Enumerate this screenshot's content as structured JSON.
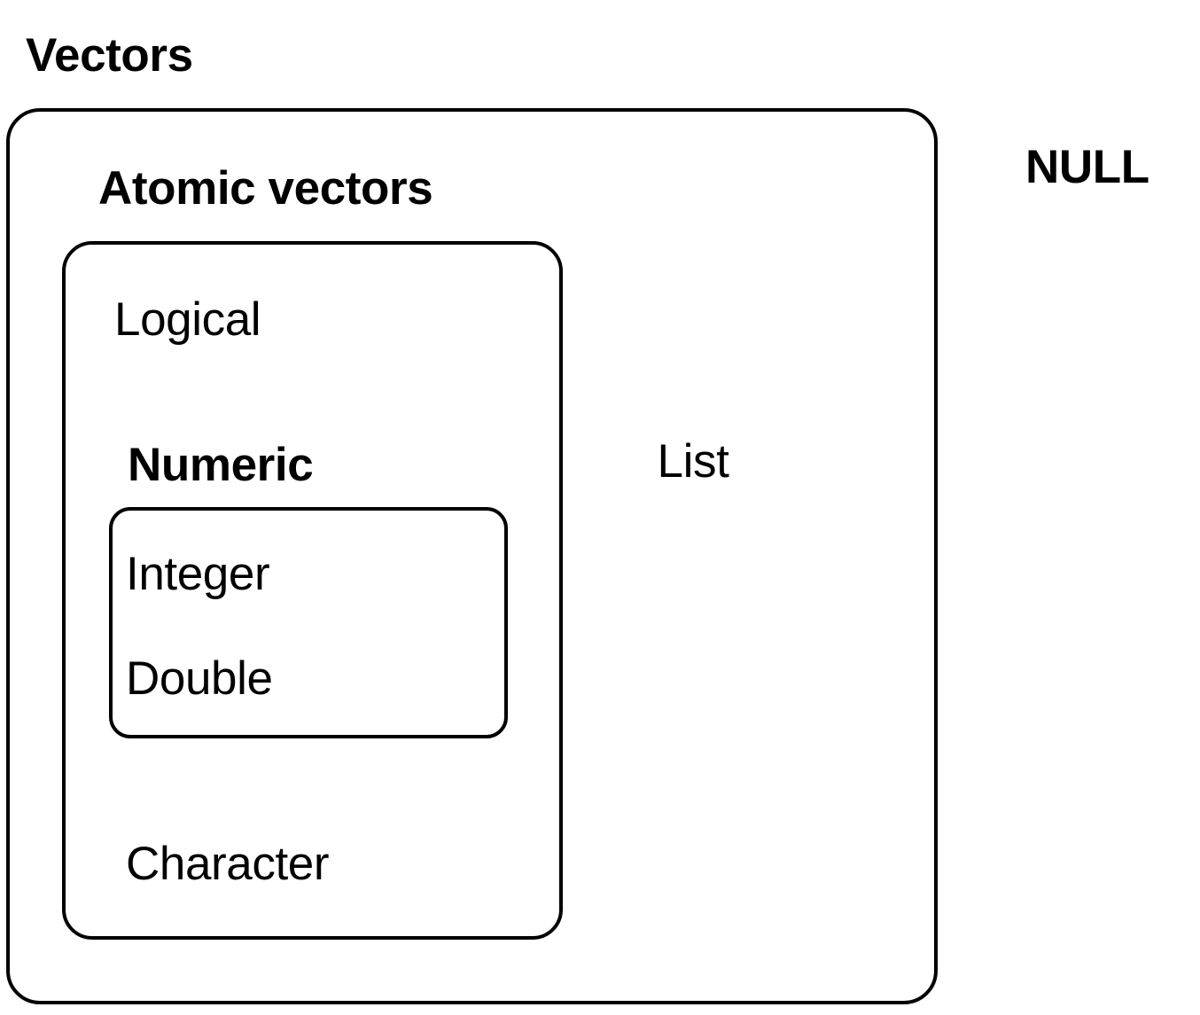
{
  "diagram": {
    "title_label": "Vectors",
    "outside_label": "NULL",
    "stroke_color": "#000000",
    "background_color": "#ffffff",
    "boxes": {
      "vectors": {
        "label": "Vectors",
        "children_labels": [
          "Atomic vectors",
          "List"
        ]
      },
      "atomic_vectors": {
        "label": "Atomic vectors",
        "children_labels": [
          "Logical",
          "Numeric",
          "Character"
        ]
      },
      "numeric": {
        "label": "Numeric",
        "children_labels": [
          "Integer",
          "Double"
        ]
      }
    },
    "items": {
      "logical": "Logical",
      "numeric": "Numeric",
      "integer": "Integer",
      "double": "Double",
      "character": "Character",
      "list": "List",
      "null": "NULL"
    }
  }
}
